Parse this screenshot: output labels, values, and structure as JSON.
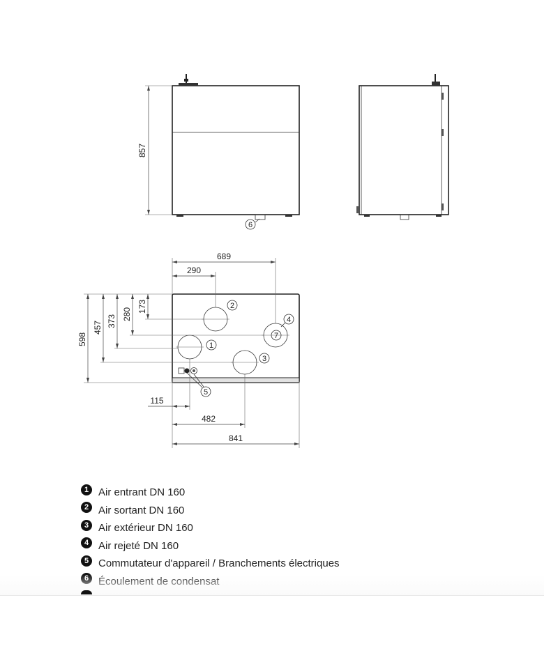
{
  "diagram": {
    "dimensions": {
      "height": "857",
      "width_top": "689",
      "offset_290": "290",
      "depth_598": "598",
      "depth_457": "457",
      "depth_373": "373",
      "depth_280": "280",
      "depth_173": "173",
      "offset_115": "115",
      "offset_482": "482",
      "width_bottom": "841"
    },
    "callouts": {
      "c1": "1",
      "c2": "2",
      "c3": "3",
      "c4": "4",
      "c5": "5",
      "c6": "6",
      "c7": "7"
    }
  },
  "legend": [
    {
      "num": "1",
      "label": "Air entrant DN 160"
    },
    {
      "num": "2",
      "label": "Air sortant DN 160"
    },
    {
      "num": "3",
      "label": "Air extérieur DN 160"
    },
    {
      "num": "4",
      "label": "Air rejeté DN 160"
    },
    {
      "num": "5",
      "label": "Commutateur d'appareil / Branchements électriques"
    },
    {
      "num": "6",
      "label": "Écoulement de condensat"
    }
  ]
}
